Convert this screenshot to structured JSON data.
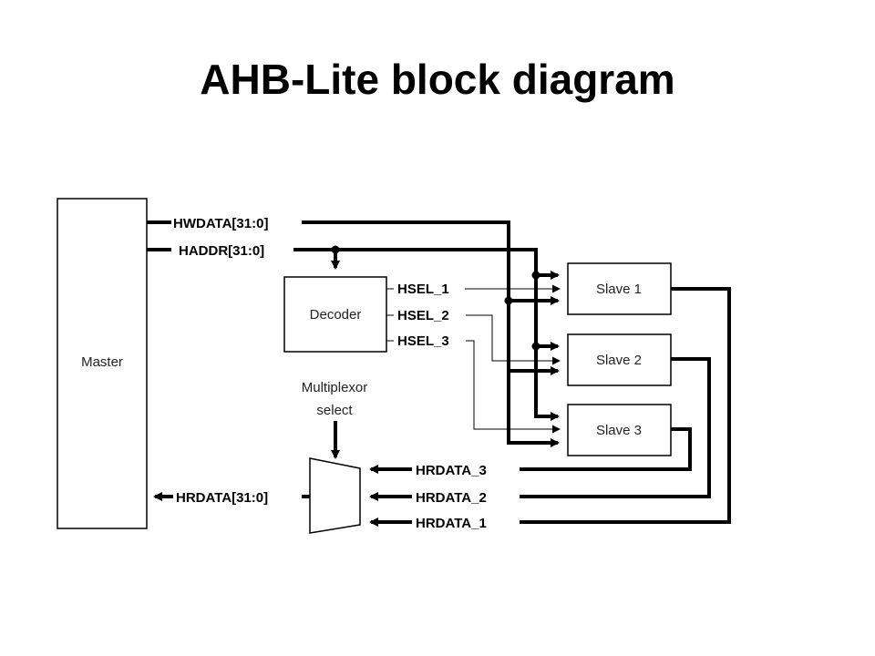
{
  "title": "AHB-Lite block diagram",
  "blocks": {
    "master": "Master",
    "decoder": "Decoder",
    "slave1": "Slave 1",
    "slave2": "Slave 2",
    "slave3": "Slave 3"
  },
  "signals": {
    "hwdata": "HWDATA[31:0]",
    "haddr": "HADDR[31:0]",
    "hsel_1": "HSEL_1",
    "hsel_2": "HSEL_2",
    "hsel_3": "HSEL_3",
    "mux_select_line1": "Multiplexor",
    "mux_select_line2": "select",
    "hrdata_3": "HRDATA_3",
    "hrdata_2": "HRDATA_2",
    "hrdata_1": "HRDATA_1",
    "hrdata_master": "HRDATA[31:0]"
  }
}
